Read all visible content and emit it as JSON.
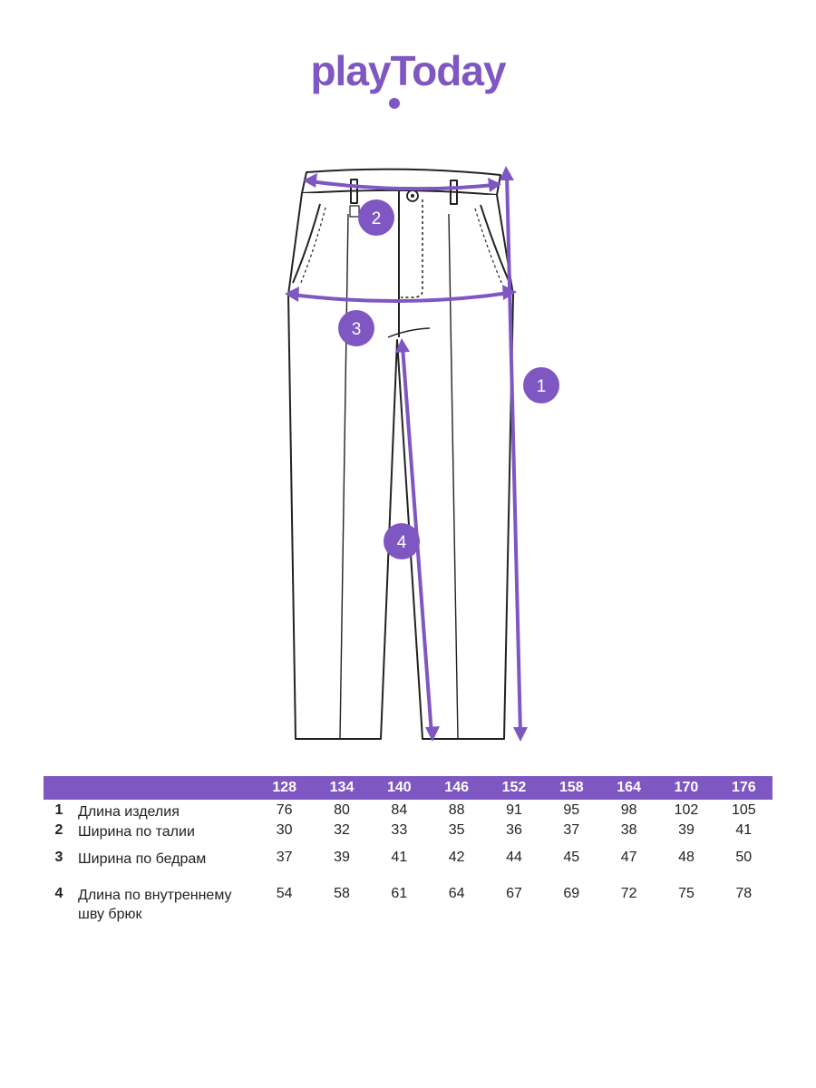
{
  "brand": {
    "logo_text": "playToday",
    "accent_color": "#7e57c2",
    "accent_dark": "#6a3fb0"
  },
  "diagram": {
    "marker_1": "1",
    "marker_2": "2",
    "marker_3": "3",
    "marker_4": "4",
    "icon": "trousers-outline"
  },
  "size_table": {
    "headers": [
      "128",
      "134",
      "140",
      "146",
      "152",
      "158",
      "164",
      "170",
      "176"
    ],
    "rows": [
      {
        "num": "1",
        "label": "Длина изделия",
        "values": [
          "76",
          "80",
          "84",
          "88",
          "91",
          "95",
          "98",
          "102",
          "105"
        ]
      },
      {
        "num": "2",
        "label": "Ширина по талии",
        "values": [
          "30",
          "32",
          "33",
          "35",
          "36",
          "37",
          "38",
          "39",
          "41"
        ]
      },
      {
        "num": "3",
        "label": "Ширина по бедрам",
        "values": [
          "37",
          "39",
          "41",
          "42",
          "44",
          "45",
          "47",
          "48",
          "50"
        ]
      },
      {
        "num": "4",
        "label": "Длина по внутреннему шву брюк",
        "values": [
          "54",
          "58",
          "61",
          "64",
          "67",
          "69",
          "72",
          "75",
          "78"
        ]
      }
    ]
  }
}
